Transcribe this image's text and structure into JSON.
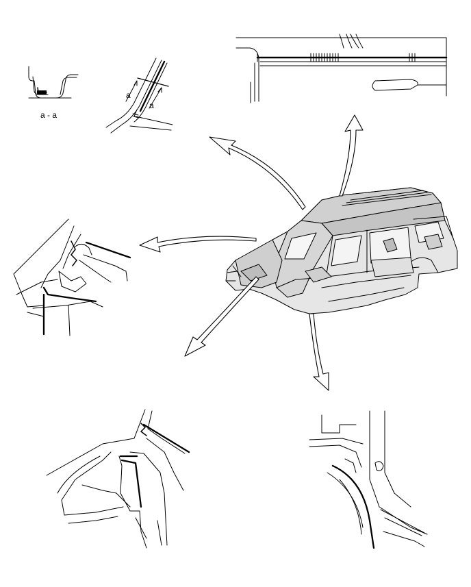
{
  "labels": {
    "section_caption": "a - a",
    "arrow_label_1": "a",
    "arrow_label_2": "a"
  },
  "colors": {
    "line": "#000000",
    "body_fill": "#d9d9d9",
    "body_shade": "#bdbdbd",
    "background": "#ffffff"
  },
  "icons": {
    "pointer": "hollow-curved-arrow-icon",
    "sealer_mark": "zigzag-sealer-icon"
  }
}
